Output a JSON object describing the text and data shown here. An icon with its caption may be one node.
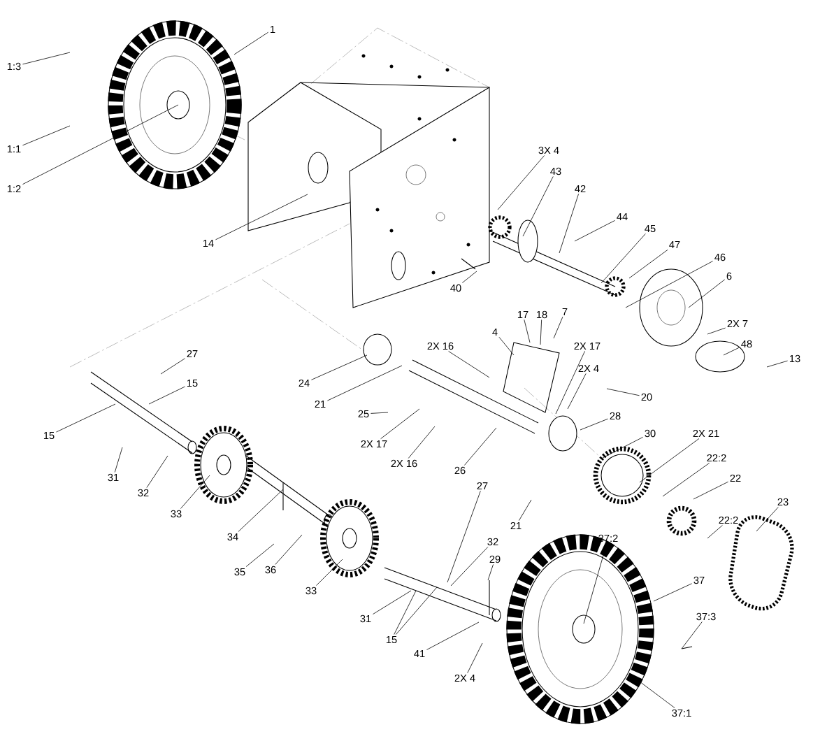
{
  "diagram": {
    "nodes": [
      {
        "text": [
          "1"
        ]
      },
      {
        "text": [
          "1:3"
        ]
      },
      {
        "text": [
          "1:1"
        ]
      },
      {
        "text": [
          "1:2"
        ]
      },
      {
        "text": [
          "14"
        ]
      },
      {
        "text": [
          "3X 4"
        ]
      },
      {
        "text": [
          "43"
        ]
      },
      {
        "text": [
          "42"
        ]
      },
      {
        "text": [
          "44"
        ]
      },
      {
        "text": [
          "45"
        ]
      },
      {
        "text": [
          "47"
        ]
      },
      {
        "text": [
          "46"
        ]
      },
      {
        "text": [
          "6"
        ]
      },
      {
        "text": [
          "40"
        ]
      },
      {
        "text": [
          "2X 7"
        ]
      },
      {
        "text": [
          "48"
        ]
      },
      {
        "text": [
          "13"
        ]
      },
      {
        "text": [
          "4"
        ]
      },
      {
        "text": [
          "17"
        ]
      },
      {
        "text": [
          "18"
        ]
      },
      {
        "text": [
          "7"
        ]
      },
      {
        "text": [
          "2X 16"
        ]
      },
      {
        "text": [
          "2X 17"
        ]
      },
      {
        "text": [
          "2X 4"
        ]
      },
      {
        "text": [
          "20"
        ]
      },
      {
        "text": [
          "27"
        ]
      },
      {
        "text": [
          "15"
        ]
      },
      {
        "text": [
          "24"
        ]
      },
      {
        "text": [
          "21"
        ]
      },
      {
        "text": [
          "25"
        ]
      },
      {
        "text": [
          "15"
        ]
      },
      {
        "text": [
          "2X 17"
        ]
      },
      {
        "text": [
          "2X 16"
        ]
      },
      {
        "text": [
          "26"
        ]
      },
      {
        "text": [
          "28"
        ]
      },
      {
        "text": [
          "30"
        ]
      },
      {
        "text": [
          "2X 21"
        ]
      },
      {
        "text": [
          "22:2"
        ]
      },
      {
        "text": [
          "22"
        ]
      },
      {
        "text": [
          "22:2"
        ]
      },
      {
        "text": [
          "23"
        ]
      },
      {
        "text": [
          "31"
        ]
      },
      {
        "text": [
          "32"
        ]
      },
      {
        "text": [
          "27"
        ]
      },
      {
        "text": [
          "33"
        ]
      },
      {
        "text": [
          "21"
        ]
      },
      {
        "text": [
          "34"
        ]
      },
      {
        "text": [
          "32"
        ]
      },
      {
        "text": [
          "37:2"
        ]
      },
      {
        "text": [
          "29"
        ]
      },
      {
        "text": [
          "35"
        ]
      },
      {
        "text": [
          "36"
        ]
      },
      {
        "text": [
          "37"
        ]
      },
      {
        "text": [
          "33"
        ]
      },
      {
        "text": [
          "31"
        ]
      },
      {
        "text": [
          "37:3"
        ]
      },
      {
        "text": [
          "15"
        ]
      },
      {
        "text": [
          "41"
        ]
      },
      {
        "text": [
          "2X 4"
        ]
      },
      {
        "text": [
          "37:1"
        ]
      }
    ],
    "edges": [
      {
        "from": 0,
        "to": null,
        "arrow": "none"
      },
      {
        "from": 1,
        "to": null,
        "arrow": "none"
      },
      {
        "from": 2,
        "to": null,
        "arrow": "none"
      },
      {
        "from": 3,
        "to": null,
        "arrow": "none"
      },
      {
        "from": 4,
        "to": null,
        "arrow": "none"
      },
      {
        "from": 5,
        "to": null,
        "arrow": "none"
      },
      {
        "from": 6,
        "to": null,
        "arrow": "none"
      },
      {
        "from": 7,
        "to": null,
        "arrow": "none"
      },
      {
        "from": 8,
        "to": null,
        "arrow": "none"
      },
      {
        "from": 9,
        "to": null,
        "arrow": "none"
      },
      {
        "from": 10,
        "to": null,
        "arrow": "none"
      },
      {
        "from": 11,
        "to": null,
        "arrow": "none"
      },
      {
        "from": 12,
        "to": null,
        "arrow": "none"
      },
      {
        "from": 13,
        "to": null,
        "arrow": "none"
      },
      {
        "from": 14,
        "to": null,
        "arrow": "none"
      },
      {
        "from": 15,
        "to": null,
        "arrow": "none"
      },
      {
        "from": 16,
        "to": null,
        "arrow": "none"
      },
      {
        "from": 17,
        "to": null,
        "arrow": "none"
      },
      {
        "from": 18,
        "to": null,
        "arrow": "none"
      },
      {
        "from": 19,
        "to": null,
        "arrow": "none"
      },
      {
        "from": 20,
        "to": null,
        "arrow": "none"
      },
      {
        "from": 21,
        "to": null,
        "arrow": "none"
      },
      {
        "from": 22,
        "to": null,
        "arrow": "none"
      },
      {
        "from": 23,
        "to": null,
        "arrow": "none"
      },
      {
        "from": 24,
        "to": null,
        "arrow": "none"
      },
      {
        "from": 25,
        "to": null,
        "arrow": "none"
      },
      {
        "from": 26,
        "to": null,
        "arrow": "none"
      },
      {
        "from": 27,
        "to": null,
        "arrow": "none"
      },
      {
        "from": 28,
        "to": null,
        "arrow": "none"
      },
      {
        "from": 29,
        "to": null,
        "arrow": "none"
      },
      {
        "from": 30,
        "to": null,
        "arrow": "none"
      },
      {
        "from": 31,
        "to": null,
        "arrow": "none"
      },
      {
        "from": 32,
        "to": null,
        "arrow": "none"
      },
      {
        "from": 33,
        "to": null,
        "arrow": "none"
      },
      {
        "from": 34,
        "to": null,
        "arrow": "none"
      },
      {
        "from": 35,
        "to": null,
        "arrow": "none"
      },
      {
        "from": 36,
        "to": null,
        "arrow": "none"
      },
      {
        "from": 37,
        "to": null,
        "arrow": "none"
      },
      {
        "from": 38,
        "to": null,
        "arrow": "none"
      },
      {
        "from": 39,
        "to": null,
        "arrow": "none"
      },
      {
        "from": 40,
        "to": null,
        "arrow": "none"
      },
      {
        "from": 41,
        "to": null,
        "arrow": "none"
      },
      {
        "from": 42,
        "to": null,
        "arrow": "none"
      },
      {
        "from": 43,
        "to": null,
        "arrow": "none"
      },
      {
        "from": 44,
        "to": null,
        "arrow": "none"
      },
      {
        "from": 45,
        "to": null,
        "arrow": "none"
      },
      {
        "from": 46,
        "to": null,
        "arrow": "none"
      },
      {
        "from": 47,
        "to": null,
        "arrow": "none"
      },
      {
        "from": 48,
        "to": null,
        "arrow": "none"
      },
      {
        "from": 49,
        "to": null,
        "arrow": "none"
      },
      {
        "from": 50,
        "to": null,
        "arrow": "none"
      },
      {
        "from": 51,
        "to": null,
        "arrow": "none"
      },
      {
        "from": 52,
        "to": null,
        "arrow": "none"
      },
      {
        "from": 53,
        "to": null,
        "arrow": "none"
      },
      {
        "from": 54,
        "to": null,
        "arrow": "none"
      },
      {
        "from": 55,
        "to": null,
        "arrow": "none"
      },
      {
        "from": 56,
        "to": null,
        "arrow": "none"
      },
      {
        "from": 56,
        "to": null,
        "arrow": "none"
      },
      {
        "from": 57,
        "to": null,
        "arrow": "none"
      },
      {
        "from": 58,
        "to": null,
        "arrow": "none"
      },
      {
        "from": 59,
        "to": null,
        "arrow": "none"
      }
    ]
  }
}
